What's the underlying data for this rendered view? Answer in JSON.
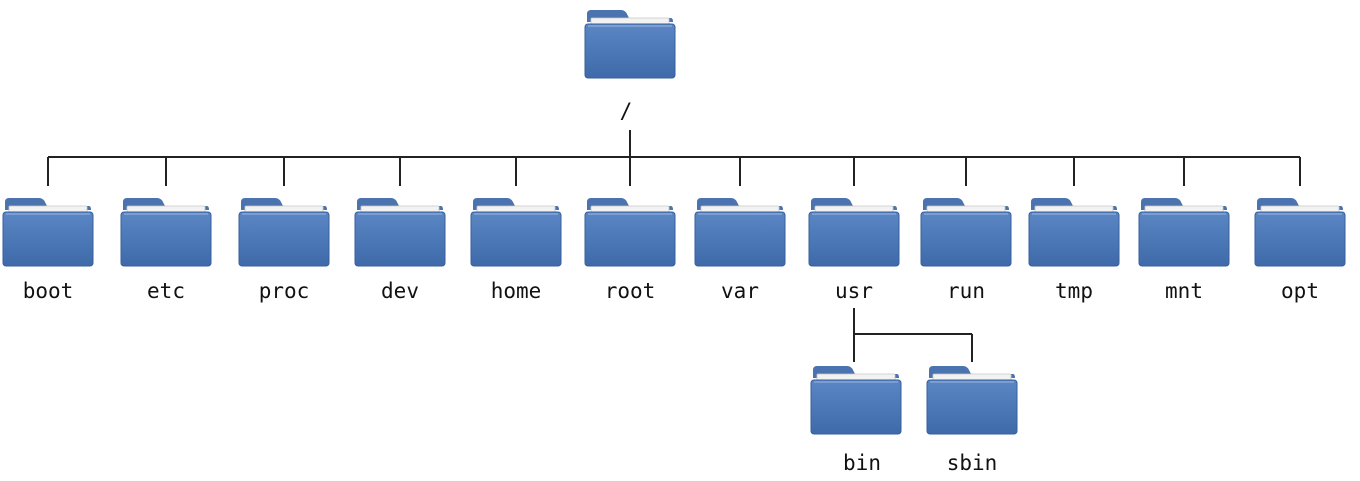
{
  "tree": {
    "root": {
      "name": "/"
    },
    "children": [
      {
        "name": "boot"
      },
      {
        "name": "etc"
      },
      {
        "name": "proc"
      },
      {
        "name": "dev"
      },
      {
        "name": "home"
      },
      {
        "name": "root"
      },
      {
        "name": "var"
      },
      {
        "name": "usr",
        "children": [
          {
            "name": "bin"
          },
          {
            "name": "sbin"
          }
        ]
      },
      {
        "name": "run"
      },
      {
        "name": "tmp"
      },
      {
        "name": "mnt"
      },
      {
        "name": "opt"
      }
    ]
  },
  "colors": {
    "folder_front": "#5b86c4",
    "folder_front_dark": "#3f6aa9",
    "folder_back": "#4a73b0",
    "folder_paper": "#f2f2f2",
    "connector": "#222222"
  },
  "icons": {
    "folder": "folder-icon"
  }
}
